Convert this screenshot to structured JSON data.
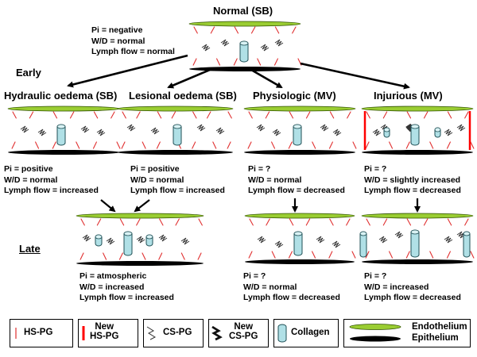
{
  "labels": {
    "normal_title": "Normal (SB)",
    "early": "Early",
    "late": "Late"
  },
  "normal_info": [
    "Pi = negative",
    "W/D = normal",
    "Lymph flow = normal"
  ],
  "columns": [
    {
      "title": "Hydraulic oedema (SB)",
      "info": [
        "Pi = positive",
        "W/D = normal",
        "Lymph flow = increased"
      ]
    },
    {
      "title": "Lesional oedema (SB)",
      "info": [
        "Pi = positive",
        "W/D = normal",
        "Lymph flow = increased"
      ]
    },
    {
      "title": "Physiologic (MV)",
      "info": [
        "Pi = ?",
        "W/D = normal",
        "Lymph flow = decreased"
      ]
    },
    {
      "title": "Injurious (MV)",
      "info": [
        "Pi = ?",
        "W/D = slightly increased",
        "Lymph flow = decreased"
      ]
    }
  ],
  "late_panels": [
    {
      "info": [
        "Pi = atmospheric",
        "W/D = increased",
        "Lymph flow = increased"
      ]
    },
    {
      "info": [
        "Pi = ?",
        "W/D = normal",
        "Lymph flow = decreased"
      ]
    },
    {
      "info": [
        "Pi = ?",
        "W/D = increased",
        "Lymph flow = decreased"
      ]
    }
  ],
  "legend": {
    "hs_pg": "HS-PG",
    "new_hs_pg_1": "New",
    "new_hs_pg_2": "HS-PG",
    "cs_pg": "CS-PG",
    "new_cs_pg_1": "New",
    "new_cs_pg_2": "CS-PG",
    "collagen": "Collagen",
    "endothelium": "Endothelium",
    "epithelium": "Epithelium"
  },
  "colors": {
    "endothelium": "#9acd32",
    "epithelium": "#000000",
    "hs_pg": "#e03030",
    "new_hs_pg": "#ff0000",
    "collagen": "#b0e0e6"
  }
}
